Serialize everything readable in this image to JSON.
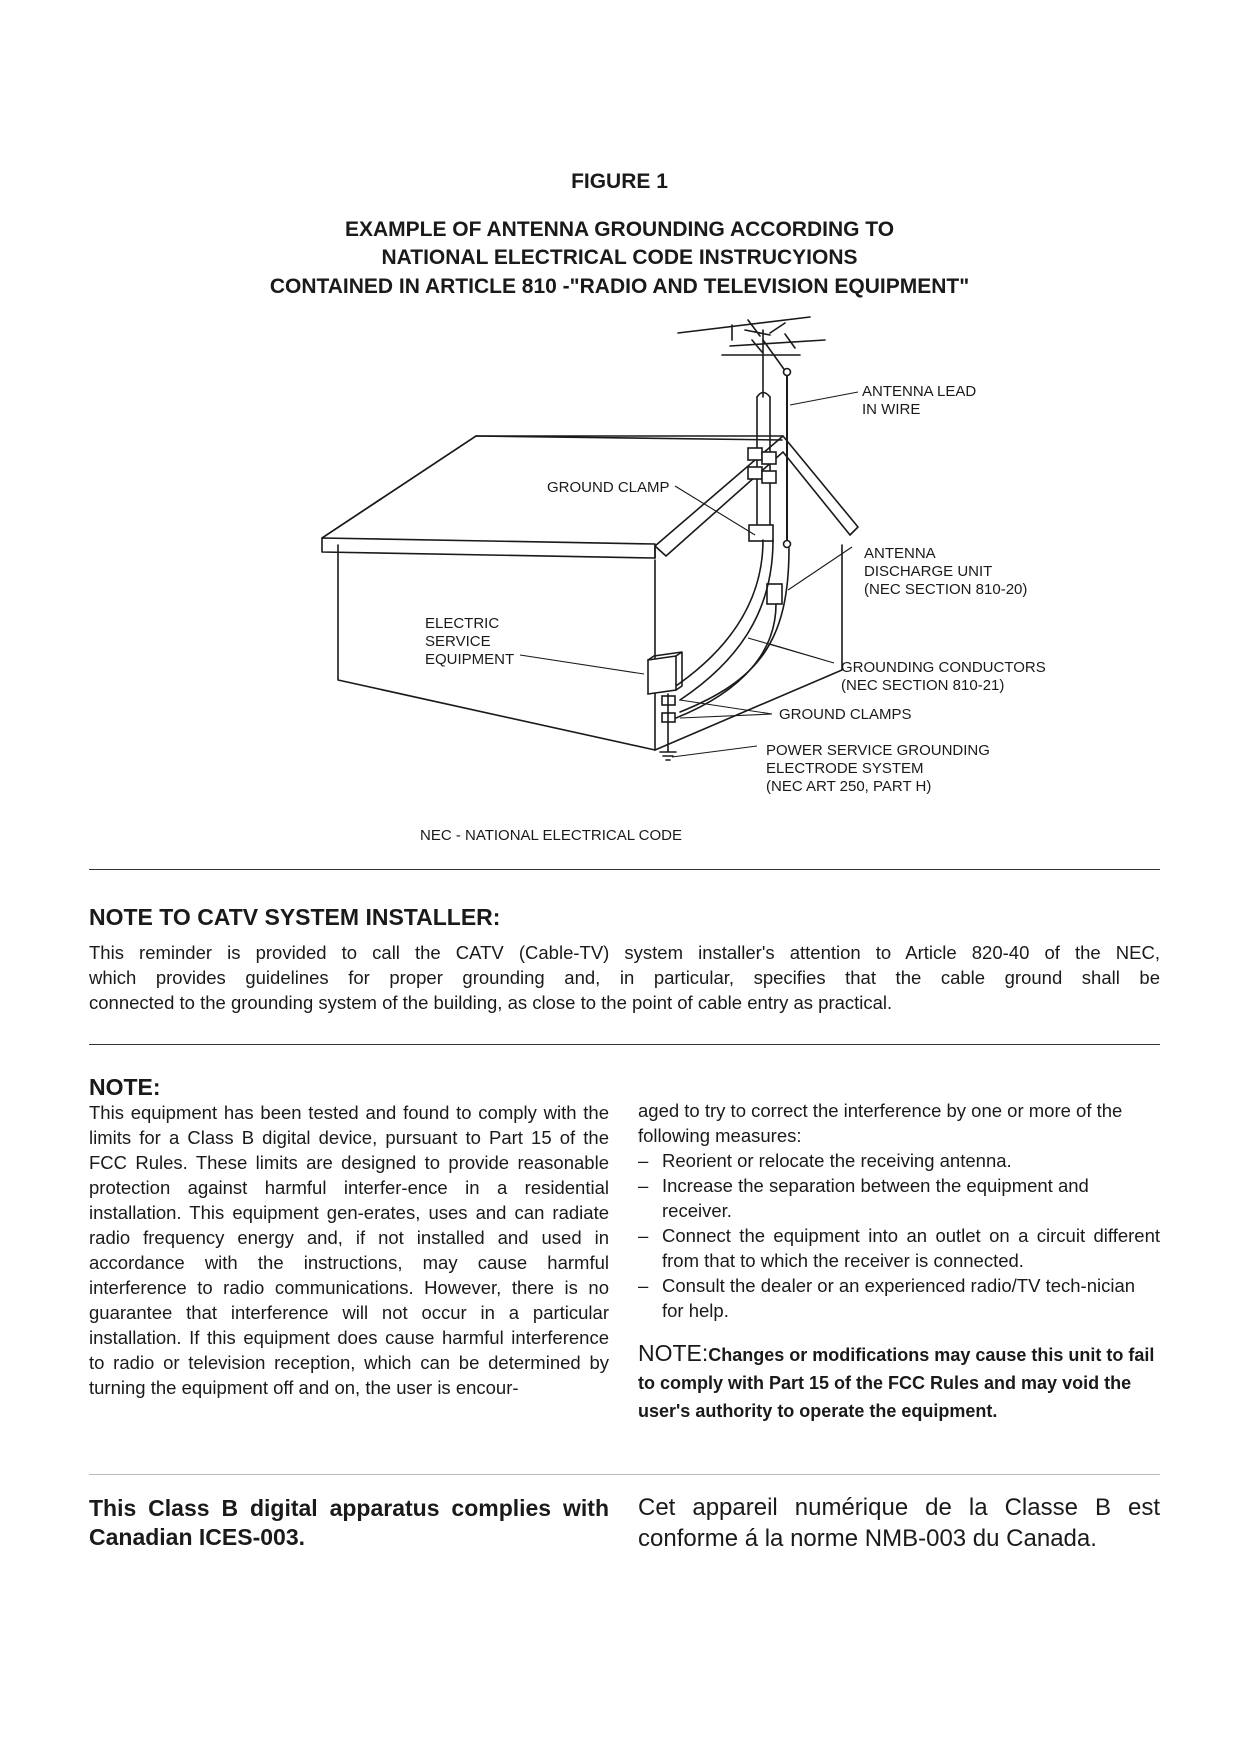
{
  "figure": {
    "label": "FIGURE 1",
    "heading_lines": [
      "EXAMPLE OF ANTENNA GROUNDING ACCORDING TO",
      "NATIONAL ELECTRICAL CODE INSTRUCYIONS",
      "CONTAINED IN ARTICLE 810 -\"RADIO AND TELEVISION EQUIPMENT\""
    ],
    "labels": {
      "antenna_lead_1": "ANTENNA LEAD",
      "antenna_lead_2": "IN WIRE",
      "ground_clamp": "GROUND CLAMP",
      "discharge_1": "ANTENNA",
      "discharge_2": "DISCHARGE UNIT",
      "discharge_3": "(NEC SECTION 810-20)",
      "electric_1": "ELECTRIC",
      "electric_2": "SERVICE",
      "electric_3": "EQUIPMENT",
      "conductors_1": "GROUNDING CONDUCTORS",
      "conductors_2": "(NEC SECTION 810-21)",
      "ground_clamps": "GROUND CLAMPS",
      "electrode_1": "POWER SERVICE GROUNDING",
      "electrode_2": "ELECTRODE SYSTEM",
      "electrode_3": "(NEC ART 250, PART H)"
    },
    "caption": "NEC - NATIONAL ELECTRICAL CODE"
  },
  "catv": {
    "title": "NOTE TO CATV SYSTEM INSTALLER:",
    "lines": [
      "This reminder is provided to call the CATV (Cable-TV) system installer's attention to Article 820-40 of the NEC,",
      "which provides guidelines for proper grounding and, in particular, specifies that the cable ground shall be",
      "connected to the grounding system of the building, as close to the point of cable entry as practical."
    ]
  },
  "note": {
    "title": "NOTE:",
    "left_text": "This equipment has been tested and found to comply with the limits for a Class B digital device, pursuant to Part 15 of the FCC Rules. These limits are designed to provide reasonable protection against harmful interfer-ence in a residential installation. This equipment gen-erates, uses and can radiate radio frequency energy and, if not installed and used in accordance with the instructions, may cause harmful interference to radio communications. However, there is no guarantee that interference will not occur in a particular installation. If this equipment does cause harmful interference to radio or television reception, which can be determined by turning the equipment off and on, the user is encour-",
    "right_intro": "aged to try to correct the interference by one or more of the following measures:",
    "measures": [
      "Reorient or relocate the receiving antenna.",
      "Increase the separation between the equipment and receiver.",
      "Connect the equipment into an outlet on a circuit different from that to which the receiver is connected.",
      "Consult the dealer or an experienced radio/TV tech-nician for help."
    ],
    "dash": "–",
    "fcc_label": "NOTE:",
    "fcc_text": "Changes or modifications may cause this unit to fail to comply with Part 15 of the FCC Rules and may void the user's authority to operate the equipment."
  },
  "canada": {
    "english": "This Class B digital apparatus complies with Canadian ICES-003.",
    "french": "Cet appareil numérique de la Classe B est conforme á la norme NMB-003 du Canada."
  }
}
